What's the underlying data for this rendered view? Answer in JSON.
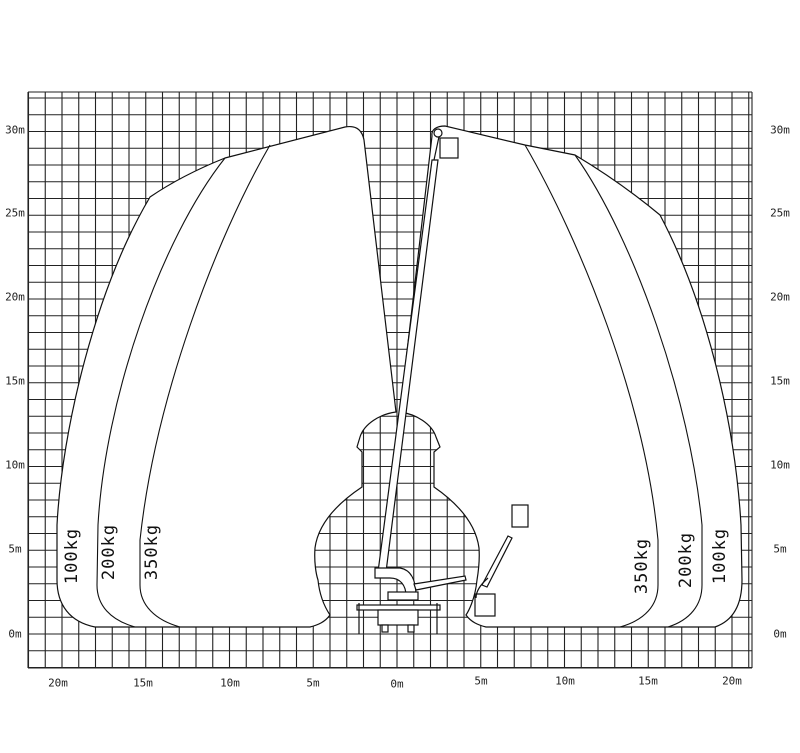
{
  "diagram": {
    "type": "working-range chart",
    "y_axis_left": [
      "30m",
      "25m",
      "20m",
      "15m",
      "10m",
      "5m",
      "0m"
    ],
    "y_axis_right": [
      "30m",
      "25m",
      "20m",
      "15m",
      "10m",
      "5m",
      "0m"
    ],
    "x_axis": [
      "20m",
      "15m",
      "10m",
      "5m",
      "0m",
      "5m",
      "10m",
      "15m",
      "20m"
    ],
    "loads_left": [
      "100kg",
      "200kg",
      "350kg"
    ],
    "loads_right": [
      "350kg",
      "200kg",
      "100kg"
    ],
    "line_color": "#1a1a1a",
    "background": "#ffffff"
  }
}
